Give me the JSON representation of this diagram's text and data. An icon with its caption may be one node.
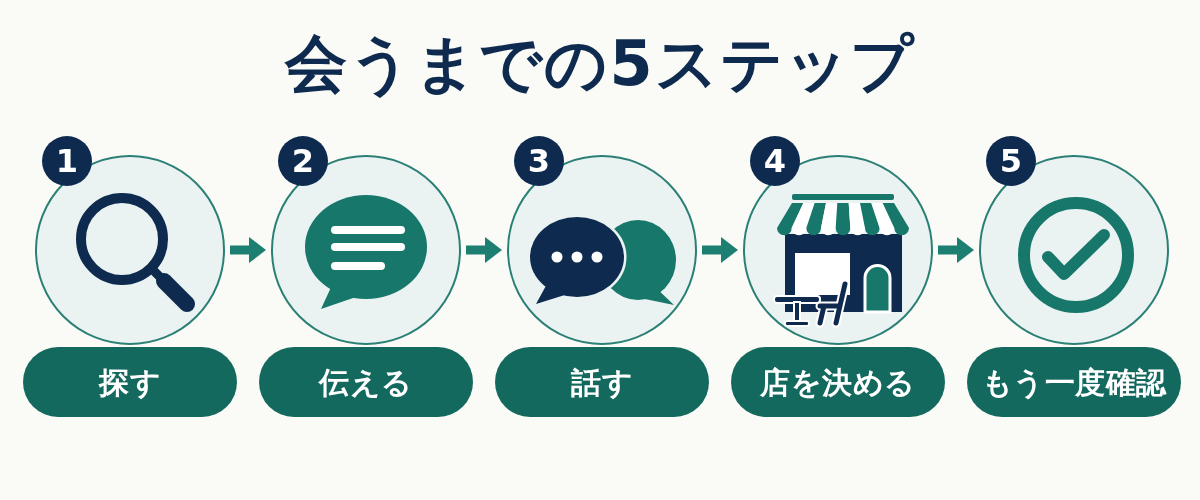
{
  "diagram": {
    "title": "会うまでの5ステップ",
    "nodes": [
      {
        "text": [
          "1"
        ]
      },
      {
        "text": [],
        "shape": "circle"
      },
      {
        "text": [
          "探す"
        ]
      },
      {
        "text": [
          "2"
        ]
      },
      {
        "text": [],
        "shape": "circle"
      },
      {
        "text": [
          "伝える"
        ]
      },
      {
        "text": [
          "3"
        ]
      },
      {
        "text": [],
        "shape": "circle"
      },
      {
        "text": [
          "話す"
        ]
      },
      {
        "text": [
          "4"
        ]
      },
      {
        "text": [],
        "shape": "circle"
      },
      {
        "text": [
          "店を決める"
        ]
      },
      {
        "text": [
          "5"
        ]
      },
      {
        "text": [],
        "shape": "circle"
      },
      {
        "text": [
          "もう一度確認"
        ]
      }
    ],
    "edges": [
      {
        "from": 1,
        "to": 4,
        "arrow": "to"
      },
      {
        "from": 4,
        "to": 7,
        "arrow": "to"
      },
      {
        "from": 7,
        "to": 10,
        "arrow": "to"
      },
      {
        "from": 10,
        "to": 13,
        "arrow": "to"
      }
    ]
  }
}
